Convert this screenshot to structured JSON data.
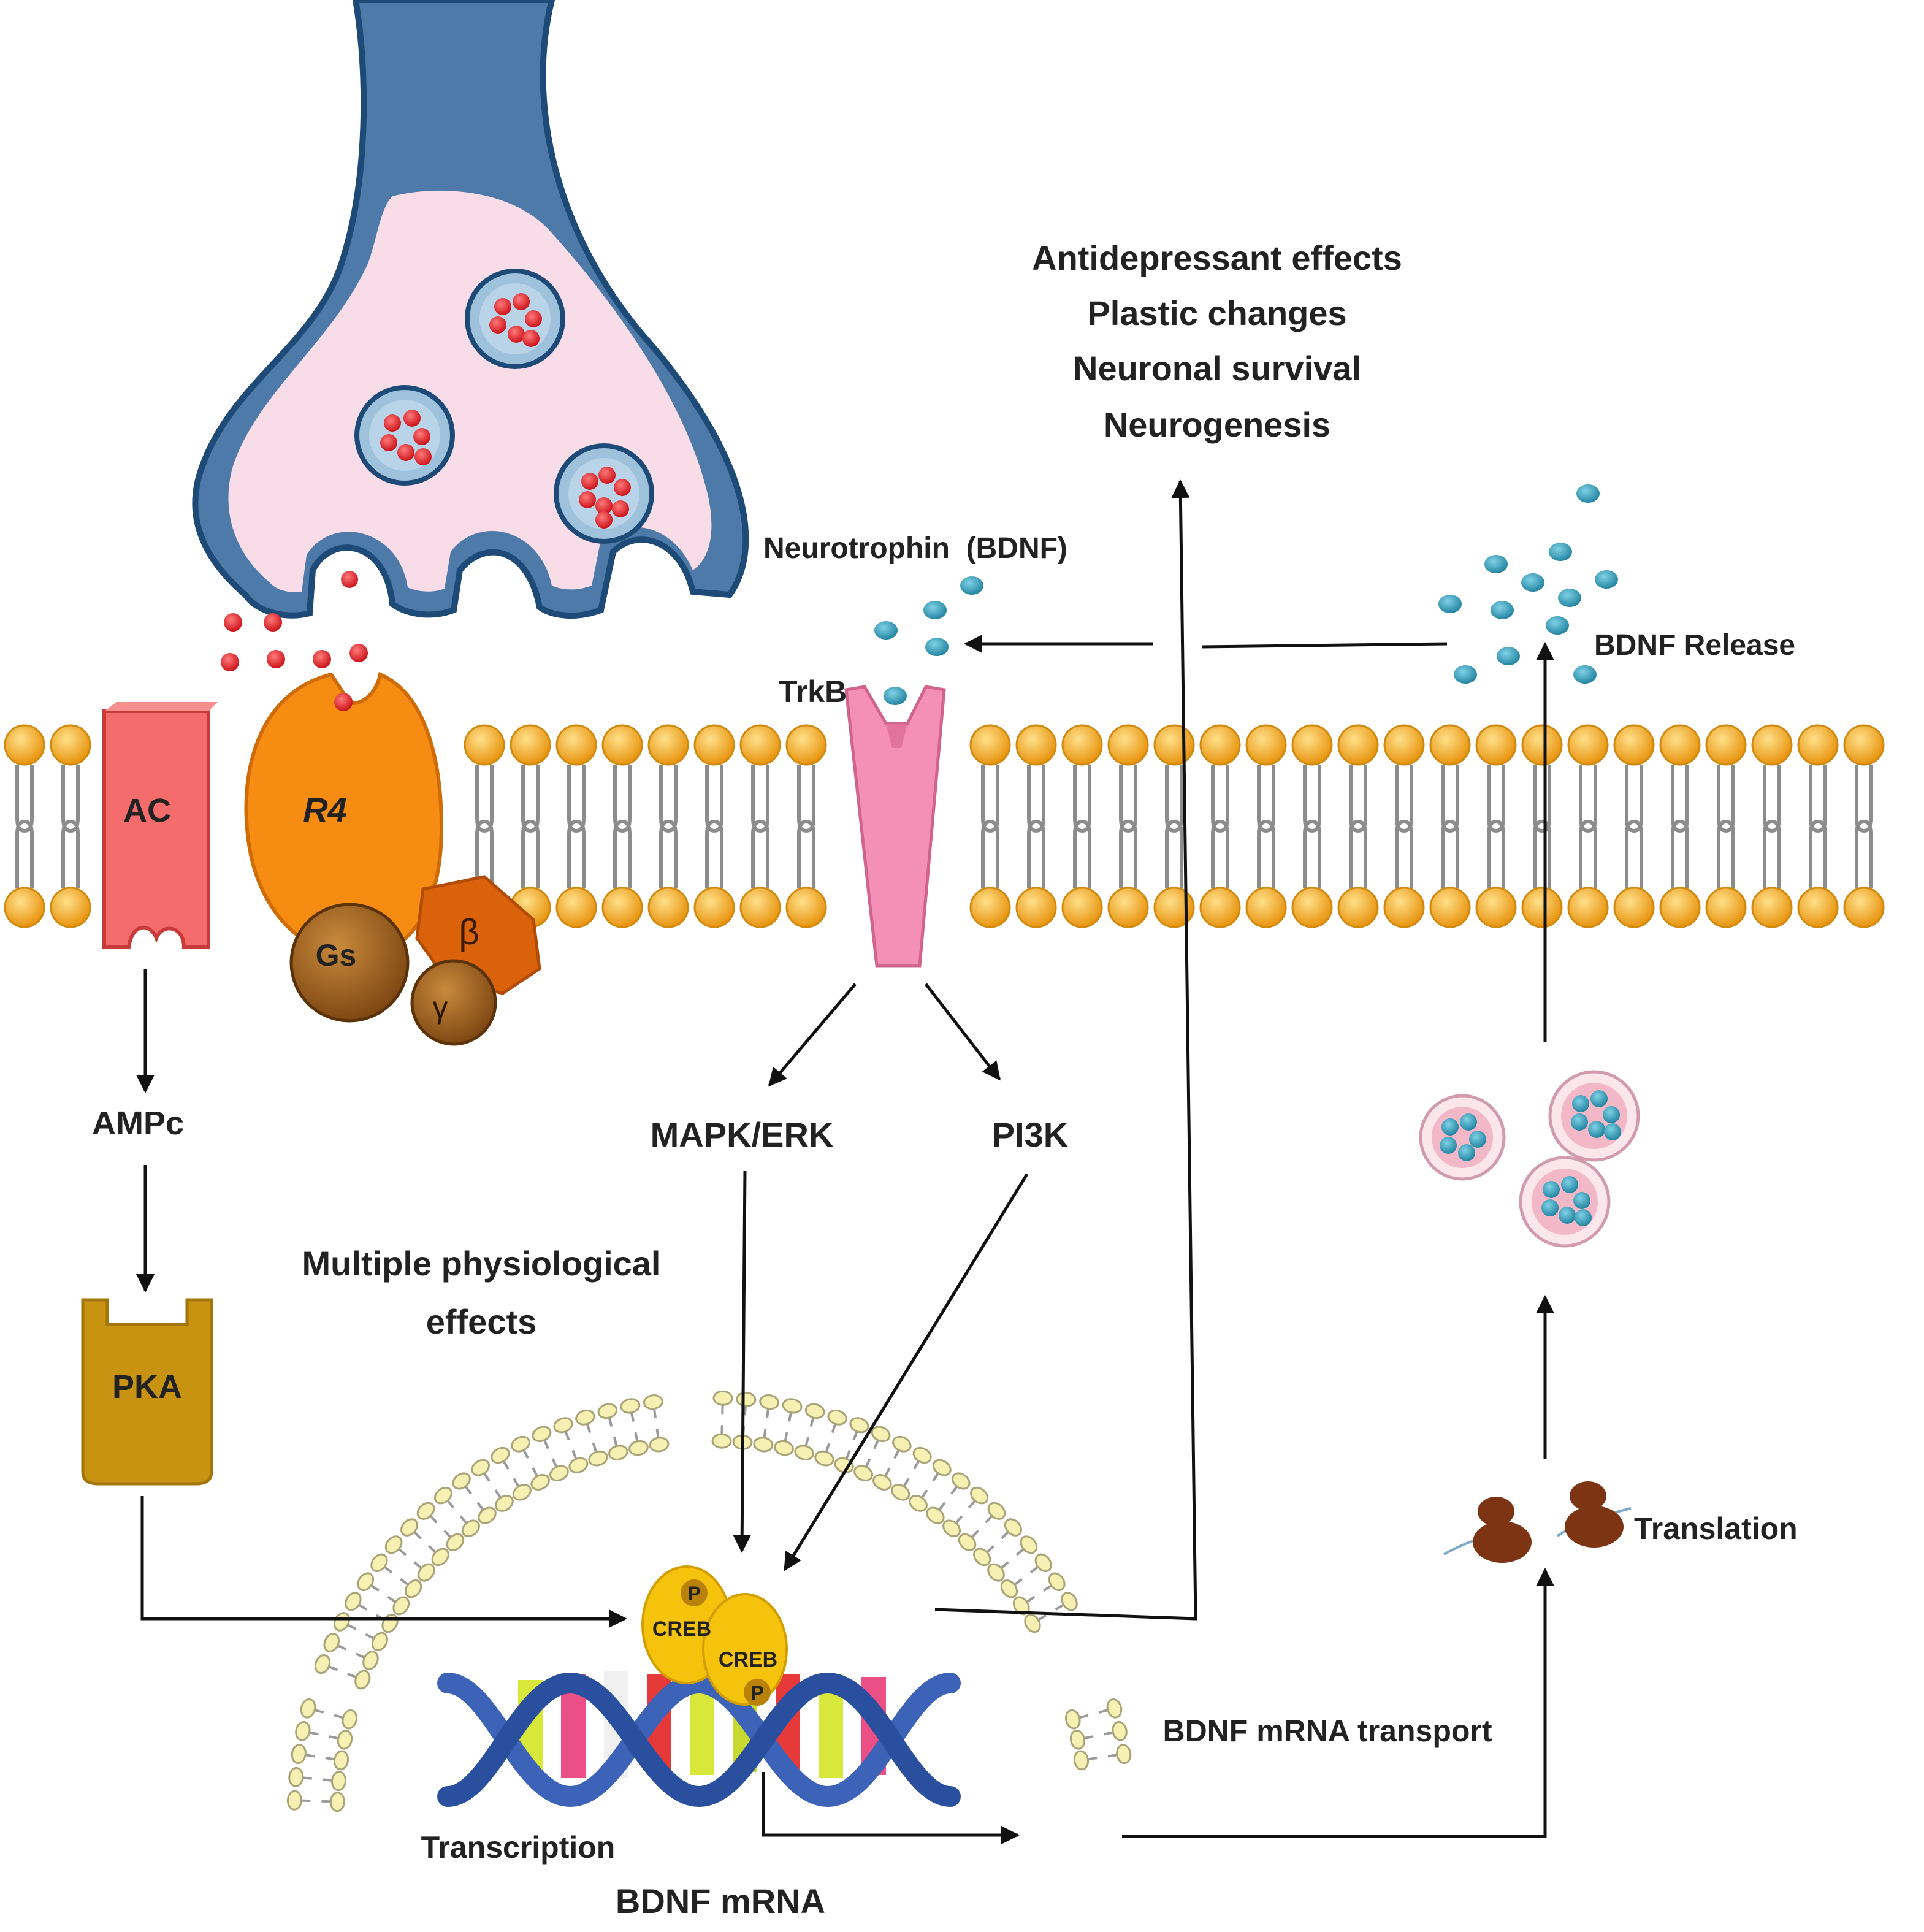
{
  "labels": {
    "outcomes": [
      "Antidepressant effects",
      "Plastic changes",
      "Neuronal survival",
      "Neurogenesis"
    ],
    "neurotrophin": "Neurotrophin  (BDNF)",
    "bdnf_release": "BDNF Release",
    "trkb": "TrkB",
    "ac": "AC",
    "r4": "R4",
    "gs": "Gs",
    "beta": "β",
    "gamma": "γ",
    "ampc": "AMPc",
    "pka": "PKA",
    "mapk_erk": "MAPK/ERK",
    "pi3k": "PI3K",
    "physio_line1": "Multiple physiological",
    "physio_line2": "effects",
    "p": "P",
    "creb": "CREB",
    "transcription": "Transcription",
    "bdnf_mrna": "BDNF mRNA",
    "mrna_transport": "BDNF mRNA transport",
    "translation": "Translation"
  },
  "colors": {
    "neuron_dark": "#1e4a78",
    "neuron_blue": "#4d7aa8",
    "cytoplasm": "#f8dde9",
    "lipid_head": "#f6a81c",
    "ac": "#f46c6c",
    "r4": "#f68d12",
    "gs": "#8f5414",
    "beta": "#d9620b",
    "trkb": "#f48fb5",
    "bdnf": "#2a95b2",
    "pka": "#c99312",
    "creb": "#f5c20c",
    "dna_blue": "#3d63b8",
    "ribosome": "#7c3412",
    "nuclear_head": "#f6f1b2",
    "neurotransmitter": "#e0141b"
  }
}
